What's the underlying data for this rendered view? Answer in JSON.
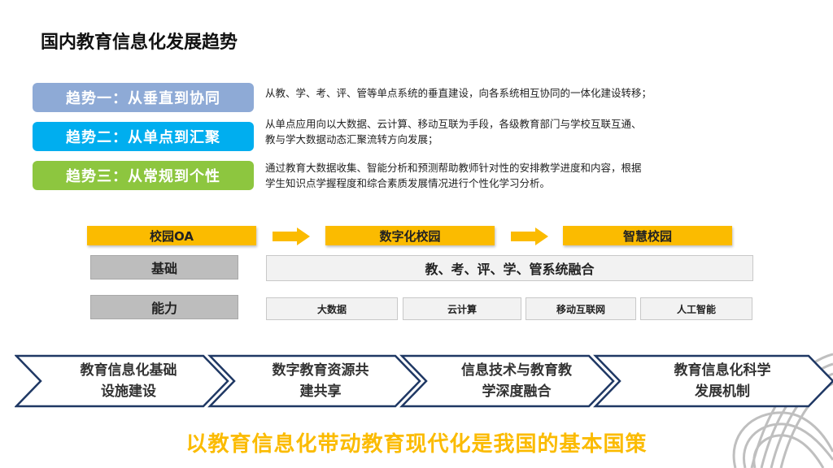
{
  "title": "国内教育信息化发展趋势",
  "trends": [
    {
      "label": "趋势一：从垂直到协同",
      "color": "#8eaad6",
      "desc": [
        "从教、学、考、评、管等单点系统的垂直建设，向各系统相互协同的一体化建设转移；"
      ]
    },
    {
      "label": "趋势二：从单点到汇聚",
      "color": "#00aeef",
      "desc": [
        "从单点应用向以大数据、云计算、移动互联为手段，各级教育部门与学校互联互通、",
        "教与学大数据动态汇聚流转方向发展；"
      ]
    },
    {
      "label": "趋势三：从常规到个性",
      "color": "#8dc63f",
      "desc": [
        "通过教育大数据收集、智能分析和预测帮助教师针对性的安排教学进度和内容，根据",
        "学生知识点学握程度和综合素质发展情况进行个性化学习分析。"
      ]
    }
  ],
  "stages": [
    "校园OA",
    "数字化校园",
    "智慧校园"
  ],
  "rows": {
    "foundation": {
      "label": "基础",
      "content": "教、考、评、学、管系统融合"
    },
    "capability": {
      "label": "能力",
      "items": [
        "大数据",
        "云计算",
        "移动互联网",
        "人工智能"
      ]
    }
  },
  "chevrons": [
    {
      "line1": "教育信息化基础",
      "line2": "设施建设"
    },
    {
      "line1": "数字教育资源共",
      "line2": "建共享"
    },
    {
      "line1": "信息技术与教育教",
      "line2": "学深度融合"
    },
    {
      "line1": "教育信息化科学",
      "line2": "发展机制"
    }
  ],
  "slogan": "以教育信息化带动教育现代化是我国的基本国策",
  "colors": {
    "accent_yellow": "#fbbb00",
    "chevron_border": "#1f3864"
  }
}
